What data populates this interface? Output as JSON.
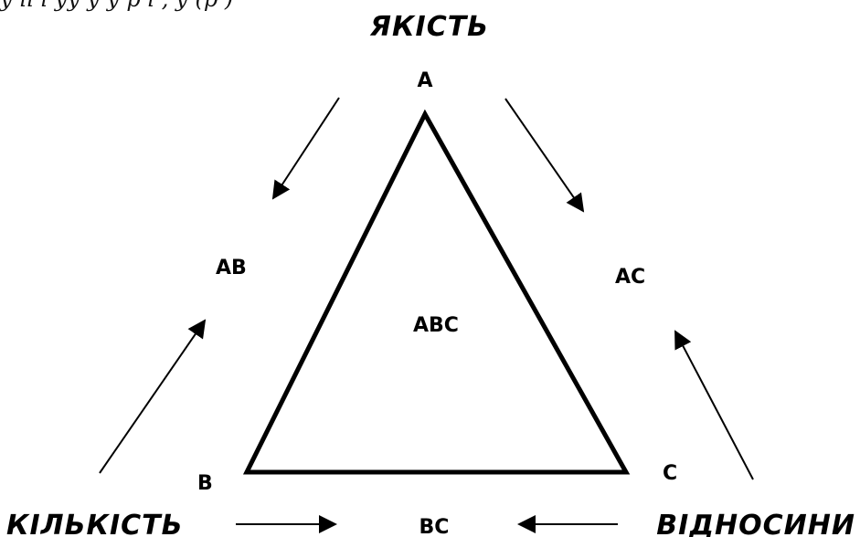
{
  "top_cut_text": "у іі і уу у у р і , у (р )",
  "labels": {
    "quality": "ЯКІСТЬ",
    "quantity": "КІЛЬКІСТЬ",
    "relations": "ВІДНОСИНИ",
    "a": "A",
    "b": "B",
    "c": "C",
    "ab": "AB",
    "ac": "AC",
    "bc": "BC",
    "abc": "ABC"
  },
  "colors": {
    "stroke": "#000000",
    "background": "#ffffff"
  }
}
